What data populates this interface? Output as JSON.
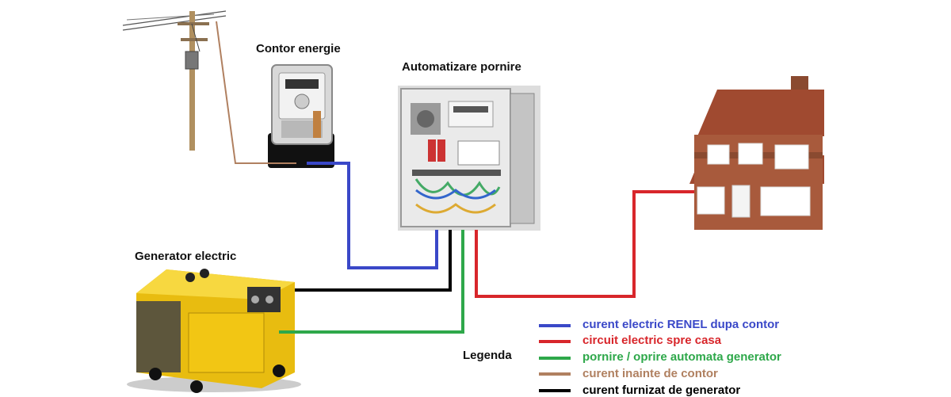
{
  "labels": {
    "meter": "Contor energie",
    "automation": "Automatizare pornire",
    "generator": "Generator electric",
    "legend_title": "Legenda"
  },
  "legend": [
    {
      "text": "curent electric RENEL dupa contor",
      "color": "#3a48c8"
    },
    {
      "text": "circuit electric spre casa",
      "color": "#d8262b"
    },
    {
      "text": "pornire / oprire automata generator",
      "color": "#2ea84a"
    },
    {
      "text": "curent inainte de contor",
      "color": "#b08060"
    },
    {
      "text": "curent furnizat de generator",
      "color": "#000000"
    }
  ],
  "colors": {
    "blue": "#3a48c8",
    "red": "#d8262b",
    "green": "#2ea84a",
    "brown": "#b08060",
    "black": "#000000",
    "generator_body": "#f0c814",
    "house_brick": "#a85a3c",
    "roof": "#a04a30"
  },
  "icons": [
    "utility-pole-icon",
    "energy-meter-icon",
    "automation-cabinet-icon",
    "generator-icon",
    "house-icon"
  ]
}
